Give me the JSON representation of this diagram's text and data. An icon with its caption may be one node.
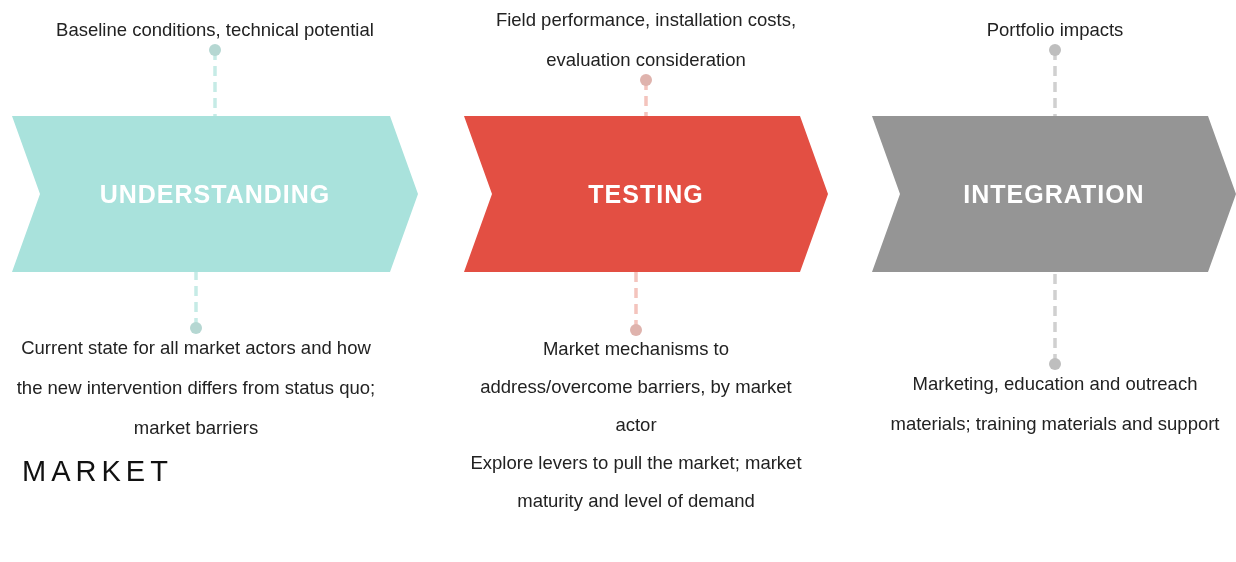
{
  "diagram": {
    "nodes": [
      {
        "text": [
          "UNDERSTANDING"
        ]
      },
      {
        "text": [
          "TESTING"
        ]
      },
      {
        "text": [
          "INTEGRATION"
        ]
      },
      {
        "text": [
          "Baseline conditions, technical potential"
        ]
      },
      {
        "text": [
          "Current state for all market actors and how the new intervention differs from status quo; market barriers"
        ]
      },
      {
        "text": [
          "Field performance, installation costs, evaluation consideration"
        ]
      },
      {
        "text": [
          "Market mechanisms to address/overcome barriers, by market actor",
          "Explore levers to pull the market; market maturity and level of demand"
        ]
      },
      {
        "text": [
          "Portfolio impacts"
        ]
      },
      {
        "text": [
          "Marketing, education and outreach materials; training materials and support"
        ]
      }
    ],
    "edges": [
      {
        "from": 3,
        "to": 0,
        "arrow": "other",
        "style": "dashed",
        "color": "#c6ebe6"
      },
      {
        "from": 4,
        "to": 0,
        "arrow": "other",
        "style": "dashed",
        "color": "#c6ebe6"
      },
      {
        "from": 5,
        "to": 1,
        "arrow": "other",
        "style": "dashed",
        "color": "#f4c4bd"
      },
      {
        "from": 6,
        "to": 1,
        "arrow": "other",
        "style": "dashed",
        "color": "#f4c4bd"
      },
      {
        "from": 7,
        "to": 2,
        "arrow": "other",
        "style": "dashed",
        "color": "#d0d0d0"
      },
      {
        "from": 8,
        "to": 2,
        "arrow": "other",
        "style": "dashed",
        "color": "#d0d0d0"
      }
    ],
    "labels": [
      "MARKET"
    ]
  }
}
